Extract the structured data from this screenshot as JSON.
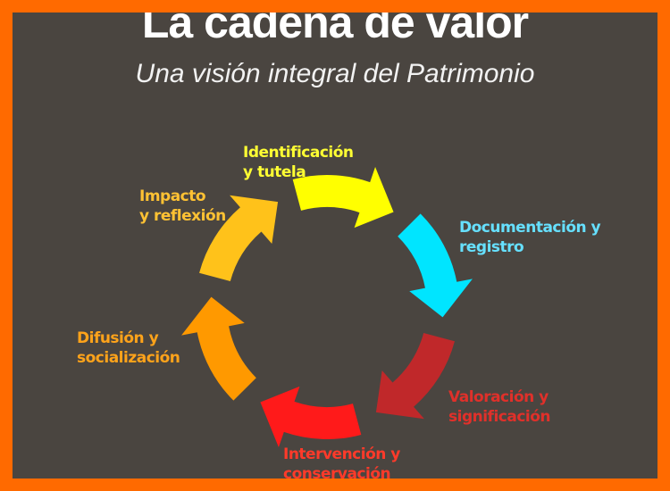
{
  "title": "La cadena de valor",
  "subtitle": "Una visión integral del Patrimonio",
  "stages": [
    {
      "line1": "Identificación",
      "line2": "y tutela",
      "color": "#ffff00",
      "label_color": "#ffff33"
    },
    {
      "line1": "Documentación y",
      "line2": "registro",
      "color": "#00e5ff",
      "label_color": "#66e0ff"
    },
    {
      "line1": "Valoración y",
      "line2": "significación",
      "color": "#c0282a",
      "label_color": "#e0302a"
    },
    {
      "line1": "Intervención y",
      "line2": "conservación",
      "color": "#ff1a1a",
      "label_color": "#ff3a2a"
    },
    {
      "line1": "Difusión y",
      "line2": "socialización",
      "color": "#ff9900",
      "label_color": "#ffa31a"
    },
    {
      "line1": "Impacto",
      "line2": "y reflexión",
      "color": "#ffc21a",
      "label_color": "#ffc233"
    }
  ]
}
